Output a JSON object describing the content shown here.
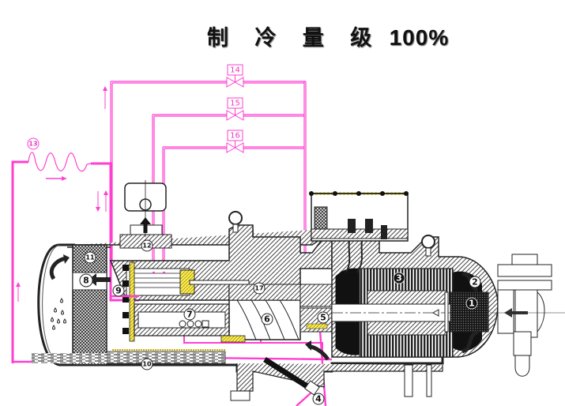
{
  "title": {
    "text_cn": "制 冷 量 级",
    "text_pct": "100%"
  },
  "colors": {
    "pipe": "#ff3fd0",
    "ink": "#111111",
    "hatch": "#555555",
    "highlight": "#ffee44"
  },
  "valves": [
    {
      "id": "14",
      "label": "14"
    },
    {
      "id": "15",
      "label": "15"
    },
    {
      "id": "16",
      "label": "16"
    }
  ],
  "components": [
    {
      "id": "1",
      "label": "1"
    },
    {
      "id": "2",
      "label": "2"
    },
    {
      "id": "3",
      "label": "3"
    },
    {
      "id": "4",
      "label": "4"
    },
    {
      "id": "5",
      "label": "5"
    },
    {
      "id": "6",
      "label": "6"
    },
    {
      "id": "7",
      "label": "7"
    },
    {
      "id": "8",
      "label": "8"
    },
    {
      "id": "9",
      "label": "9"
    },
    {
      "id": "10",
      "label": "10"
    },
    {
      "id": "11",
      "label": "11"
    },
    {
      "id": "12",
      "label": "12"
    },
    {
      "id": "13",
      "label": "13"
    },
    {
      "id": "17",
      "label": "17"
    }
  ]
}
